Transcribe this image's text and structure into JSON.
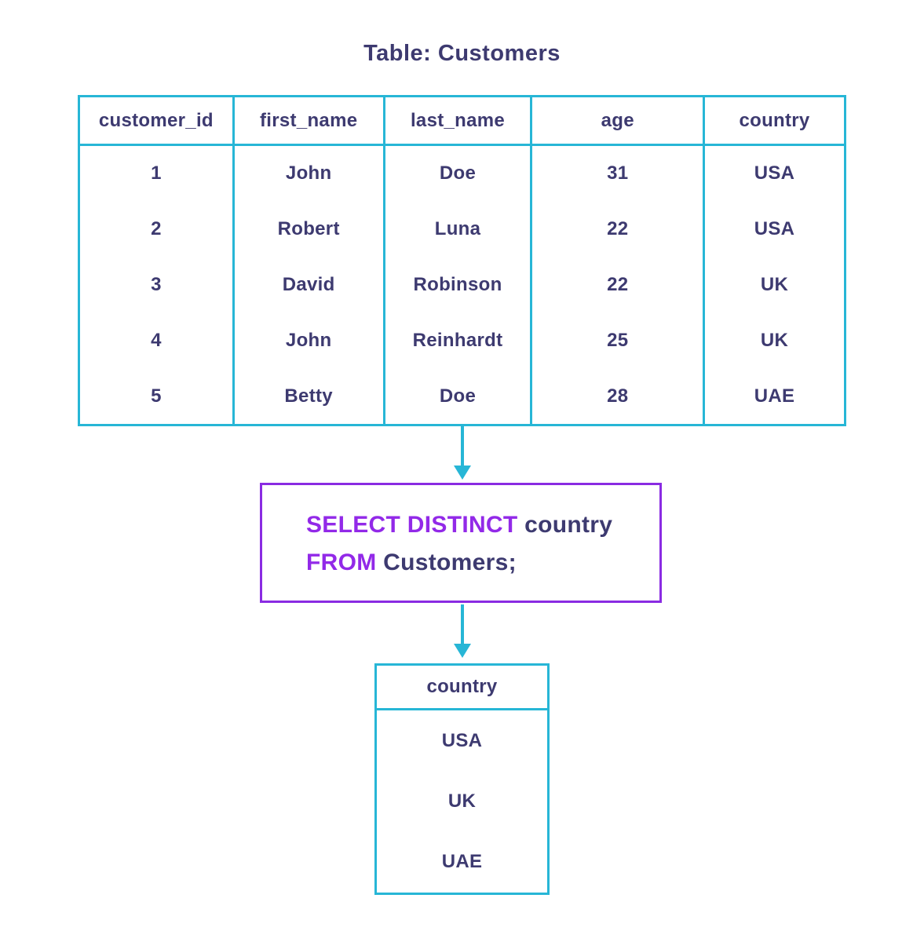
{
  "title": "Table: Customers",
  "main_table": {
    "columns": [
      "customer_id",
      "first_name",
      "last_name",
      "age",
      "country"
    ],
    "rows": [
      [
        "1",
        "John",
        "Doe",
        "31",
        "USA"
      ],
      [
        "2",
        "Robert",
        "Luna",
        "22",
        "USA"
      ],
      [
        "3",
        "David",
        "Robinson",
        "22",
        "UK"
      ],
      [
        "4",
        "John",
        "Reinhardt",
        "25",
        "UK"
      ],
      [
        "5",
        "Betty",
        "Doe",
        "28",
        "UAE"
      ]
    ]
  },
  "query": {
    "select_keyword": "SELECT DISTINCT",
    "select_rest": "country",
    "from_keyword": "FROM",
    "from_rest": "Customers;"
  },
  "result_table": {
    "column": "country",
    "rows": [
      "USA",
      "UK",
      "UAE"
    ]
  },
  "colors": {
    "table_border": "#27b6d6",
    "text_navy": "#3d3a70",
    "keyword_purple": "#9229e8",
    "query_border_purple": "#8a2be2"
  }
}
